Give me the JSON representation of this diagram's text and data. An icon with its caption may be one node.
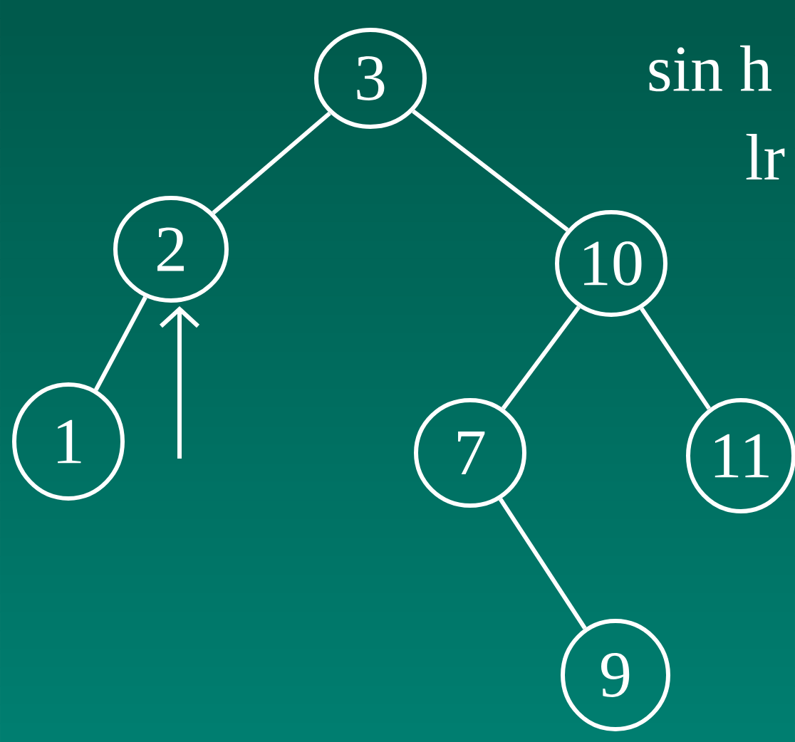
{
  "diagram": {
    "nodes": [
      {
        "text": [
          "3"
        ]
      },
      {
        "text": [
          "2"
        ]
      },
      {
        "text": [
          "10"
        ]
      },
      {
        "text": [
          "1"
        ]
      },
      {
        "text": [
          "7"
        ]
      },
      {
        "text": [
          "11"
        ]
      },
      {
        "text": [
          "9"
        ]
      }
    ],
    "edges": [
      {
        "from": 0,
        "to": 1,
        "arrow": "none"
      },
      {
        "from": 0,
        "to": 2,
        "arrow": "none"
      },
      {
        "from": 1,
        "to": 3,
        "arrow": "none"
      },
      {
        "from": 2,
        "to": 4,
        "arrow": "none"
      },
      {
        "from": 2,
        "to": 5,
        "arrow": "none"
      },
      {
        "from": 4,
        "to": 6,
        "arrow": "none"
      },
      {
        "from": null,
        "to": 1,
        "arrow": "to"
      }
    ],
    "labels": [
      "sin h",
      "lr"
    ]
  }
}
